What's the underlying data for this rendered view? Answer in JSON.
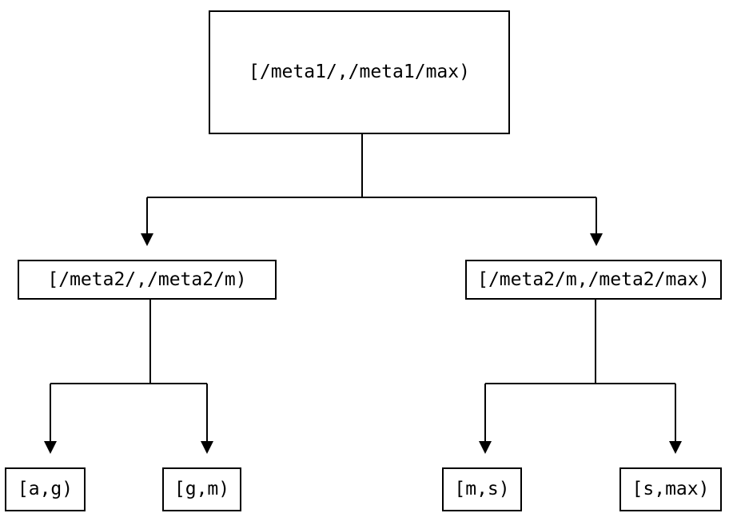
{
  "diagram": {
    "type": "tree",
    "nodes": {
      "root": {
        "label": "[/meta1/,/meta1/max)"
      },
      "level2_left": {
        "label": "[/meta2/,/meta2/m)"
      },
      "level2_right": {
        "label": "[/meta2/m,/meta2/max)"
      },
      "leaf_ag": {
        "label": "[a,g)"
      },
      "leaf_gm": {
        "label": "[g,m)"
      },
      "leaf_ms": {
        "label": "[m,s)"
      },
      "leaf_smax": {
        "label": "[s,max)"
      }
    },
    "edges": [
      {
        "from": "root",
        "to": "level2_left"
      },
      {
        "from": "root",
        "to": "level2_right"
      },
      {
        "from": "level2_left",
        "to": "leaf_ag"
      },
      {
        "from": "level2_left",
        "to": "leaf_gm"
      },
      {
        "from": "level2_right",
        "to": "leaf_ms"
      },
      {
        "from": "level2_right",
        "to": "leaf_smax"
      }
    ],
    "colors": {
      "line": "#000000",
      "box_border": "#000000",
      "box_fill": "#ffffff",
      "text": "#000000",
      "background": "#ffffff"
    }
  }
}
